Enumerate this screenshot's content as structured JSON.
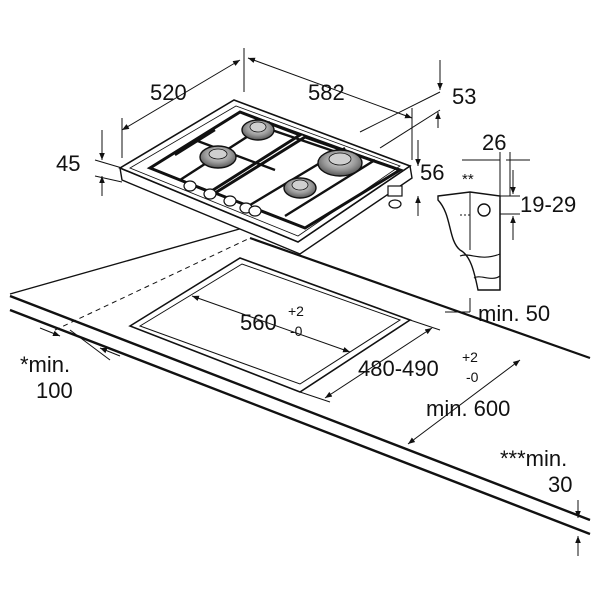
{
  "dimensions": {
    "depth": "520",
    "width": "582",
    "side_offset": "53",
    "height": "45",
    "knob_height": "56",
    "bracket_width": "26",
    "bracket_note": "**",
    "worktop_range": "19-29",
    "min_front": "min. 50",
    "cutout_width": "560",
    "cutout_width_tol_plus": "+2",
    "cutout_width_tol_minus": "-0",
    "cutout_depth": "480-490",
    "cutout_depth_tol_plus": "+2",
    "cutout_depth_tol_minus": "-0",
    "min_side_line1": "*min.",
    "min_side_line2": "100",
    "min_worktop_depth": "min. 600",
    "min_bottom_line1": "***min.",
    "min_bottom_line2": "30"
  },
  "colors": {
    "line": "#111111",
    "hob_fill": "#ffffff",
    "burner_fill": "#9a9a9a"
  }
}
